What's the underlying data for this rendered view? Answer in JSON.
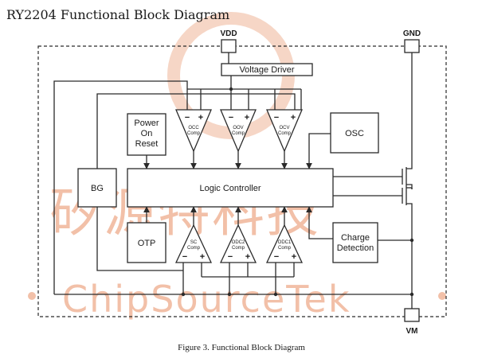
{
  "title": "RY2204 Functional Block Diagram",
  "caption": "Figure 3. Functional Block Diagram",
  "watermark": {
    "chinese": "矽源特科技",
    "english": "ChipSourceTek",
    "color": "#f2c0a8"
  },
  "pins": {
    "vdd": "VDD",
    "gnd": "GND",
    "vm": "VM"
  },
  "blocks": {
    "voltage_driver": "Voltage Driver",
    "power_on_reset": [
      "Power",
      "On",
      "Reset"
    ],
    "osc": "OSC",
    "bg": "BG",
    "logic_controller": "Logic Controller",
    "otp": "OTP",
    "charge_detection": [
      "Charge",
      "Detection"
    ]
  },
  "comparators": {
    "top": [
      {
        "name": [
          "OCC",
          "Comp"
        ],
        "minus": "−",
        "plus": "+"
      },
      {
        "name": [
          "OOV",
          "Comp"
        ],
        "minus": "−",
        "plus": "+"
      },
      {
        "name": [
          "OCV",
          "Comp"
        ],
        "minus": "−",
        "plus": "+"
      }
    ],
    "bottom": [
      {
        "name": [
          "SC",
          "Comp"
        ],
        "minus": "−",
        "plus": "+"
      },
      {
        "name": [
          "ODC2",
          "Comp"
        ],
        "minus": "−",
        "plus": "+"
      },
      {
        "name": [
          "ODC1",
          "Comp"
        ],
        "minus": "−",
        "plus": "+"
      }
    ]
  }
}
